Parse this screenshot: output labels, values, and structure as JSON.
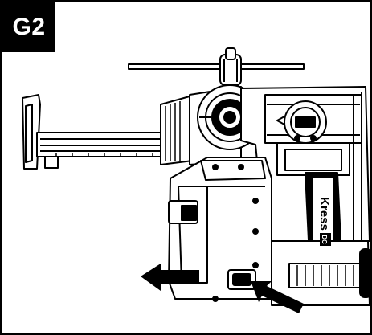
{
  "step_label": "G2",
  "brand_text": "Kress",
  "model_badge": "DC",
  "colors": {
    "ink": "#000000",
    "paper": "#ffffff",
    "tab_background": "#000000"
  },
  "icons": [
    "left-arrow-icon",
    "diagonal-arrow-icon"
  ]
}
